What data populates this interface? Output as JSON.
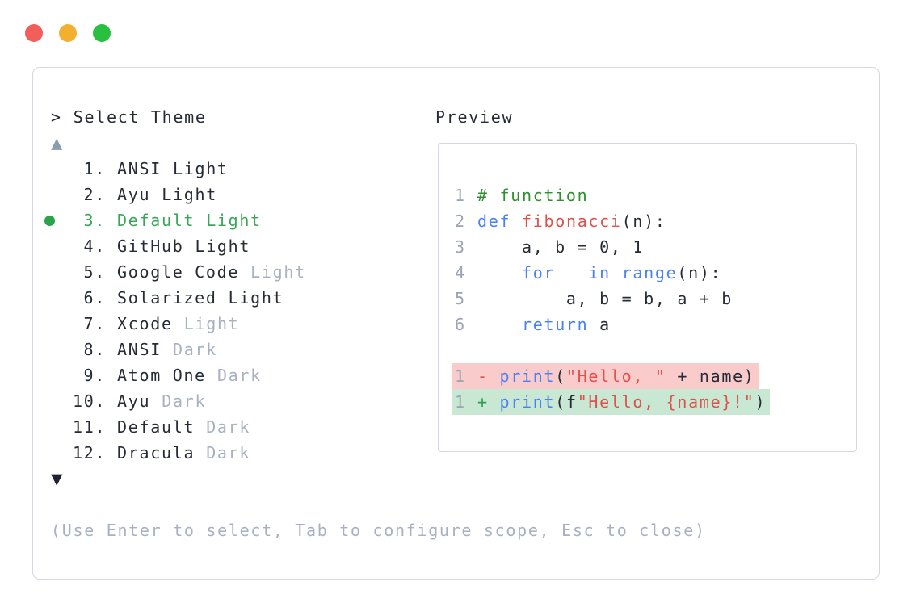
{
  "colors": {
    "text_dark": "#262b35",
    "text_muted": "#a7b1c2",
    "selection_green": "#3aa657",
    "bullet_green": "#2aa44a",
    "comment_green": "#2d8f2d",
    "keyword_blue": "#4a80f5",
    "function_red": "#df514d",
    "string_red": "#df514d",
    "diff_removed_bg": "#f9cbca",
    "diff_added_bg": "#c8e8d3",
    "diff_minus": "#e0524e",
    "diff_plus": "#2f9e52",
    "line_number_gray": "#9aa4b2",
    "border_gray": "#d3d8e1",
    "scroll_up_arrow": "#8b9cb3",
    "scroll_down_arrow": "#1e2230",
    "traffic_red": "#f25f5a",
    "traffic_yellow": "#f3b02f",
    "traffic_green": "#2ac03f"
  },
  "theme_picker": {
    "prompt_symbol": ">",
    "title": "Select Theme",
    "scroll_up_symbol": "▲",
    "scroll_down_symbol": "▼",
    "items": [
      {
        "number": "1.",
        "name": "ANSI",
        "variant": "Light",
        "variant_muted": false,
        "selected": false
      },
      {
        "number": "2.",
        "name": "Ayu",
        "variant": "Light",
        "variant_muted": false,
        "selected": false
      },
      {
        "number": "3.",
        "name": "Default",
        "variant": "Light",
        "variant_muted": false,
        "selected": true
      },
      {
        "number": "4.",
        "name": "GitHub",
        "variant": "Light",
        "variant_muted": false,
        "selected": false
      },
      {
        "number": "5.",
        "name": "Google Code",
        "variant": "Light",
        "variant_muted": true,
        "selected": false
      },
      {
        "number": "6.",
        "name": "Solarized",
        "variant": "Light",
        "variant_muted": false,
        "selected": false
      },
      {
        "number": "7.",
        "name": "Xcode",
        "variant": "Light",
        "variant_muted": true,
        "selected": false
      },
      {
        "number": "8.",
        "name": "ANSI",
        "variant": "Dark",
        "variant_muted": true,
        "selected": false
      },
      {
        "number": "9.",
        "name": "Atom One",
        "variant": "Dark",
        "variant_muted": true,
        "selected": false
      },
      {
        "number": "10.",
        "name": "Ayu",
        "variant": "Dark",
        "variant_muted": true,
        "selected": false
      },
      {
        "number": "11.",
        "name": "Default",
        "variant": "Dark",
        "variant_muted": true,
        "selected": false
      },
      {
        "number": "12.",
        "name": "Dracula",
        "variant": "Dark",
        "variant_muted": true,
        "selected": false
      }
    ],
    "help_text": "(Use Enter to select, Tab to configure scope, Esc to close)"
  },
  "preview": {
    "title": "Preview",
    "code_lines": [
      {
        "n": "1",
        "tokens": [
          {
            "c": "comment",
            "t": "# function"
          }
        ]
      },
      {
        "n": "2",
        "tokens": [
          {
            "c": "keyword",
            "t": "def"
          },
          {
            "c": "plain",
            "t": " "
          },
          {
            "c": "function",
            "t": "fibonacci"
          },
          {
            "c": "plain",
            "t": "(n):"
          }
        ]
      },
      {
        "n": "3",
        "tokens": [
          {
            "c": "plain",
            "t": "    a, b = 0, 1"
          }
        ]
      },
      {
        "n": "4",
        "tokens": [
          {
            "c": "plain",
            "t": "    "
          },
          {
            "c": "keyword",
            "t": "for"
          },
          {
            "c": "plain",
            "t": " _ "
          },
          {
            "c": "keyword",
            "t": "in"
          },
          {
            "c": "plain",
            "t": " "
          },
          {
            "c": "keyword",
            "t": "range"
          },
          {
            "c": "plain",
            "t": "(n):"
          }
        ]
      },
      {
        "n": "5",
        "tokens": [
          {
            "c": "plain",
            "t": "        a, b = b, a + b"
          }
        ]
      },
      {
        "n": "6",
        "tokens": [
          {
            "c": "plain",
            "t": "    "
          },
          {
            "c": "keyword",
            "t": "return"
          },
          {
            "c": "plain",
            "t": " a"
          }
        ]
      },
      {
        "n": "",
        "tokens": []
      },
      {
        "n": "1",
        "diff": "removed",
        "tokens": [
          {
            "c": "minus",
            "t": "- "
          },
          {
            "c": "keyword",
            "t": "print"
          },
          {
            "c": "plain",
            "t": "("
          },
          {
            "c": "string",
            "t": "\"Hello, \""
          },
          {
            "c": "plain",
            "t": " + name)"
          }
        ]
      },
      {
        "n": "1",
        "diff": "added",
        "tokens": [
          {
            "c": "plus",
            "t": "+ "
          },
          {
            "c": "keyword",
            "t": "print"
          },
          {
            "c": "plain",
            "t": "(f"
          },
          {
            "c": "string",
            "t": "\"Hello, {name}!\""
          },
          {
            "c": "plain",
            "t": ")"
          }
        ]
      }
    ]
  }
}
